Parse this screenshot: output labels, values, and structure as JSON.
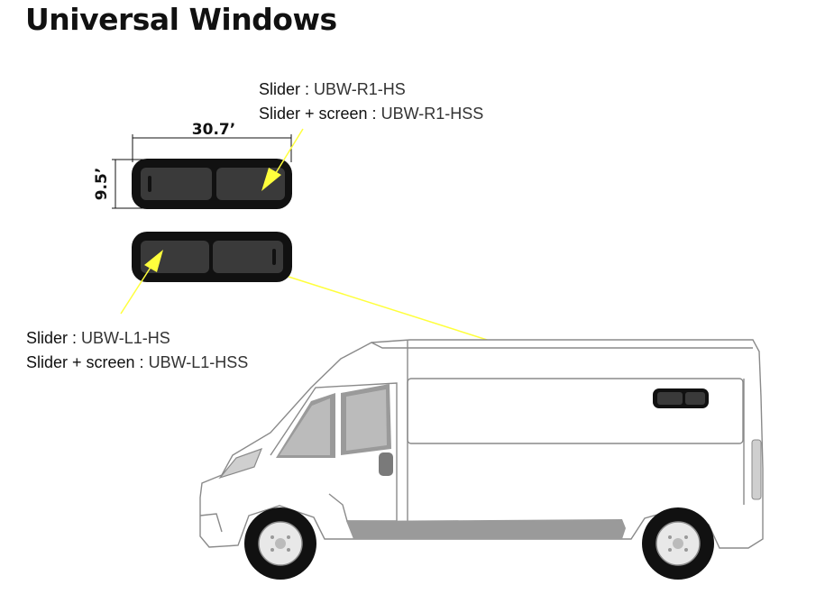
{
  "title": "Universal Windows",
  "window_right": {
    "label_slider": "Slider :",
    "code_slider": "UBW-R1-HS",
    "label_screen": "Slider + screen :",
    "code_screen": "UBW-R1-HSS",
    "width": "30.7’",
    "height": "9.5’"
  },
  "window_left": {
    "label_slider": "Slider :",
    "code_slider": "UBW-L1-HS",
    "label_screen": "Slider + screen :",
    "code_screen": "UBW-L1-HSS"
  },
  "colors": {
    "arrow": "#ffff3c",
    "window_frame": "#111111",
    "window_glass": "#3a3a3a",
    "van_line": "#8a8a8a",
    "van_trim": "#9a9a9a"
  }
}
